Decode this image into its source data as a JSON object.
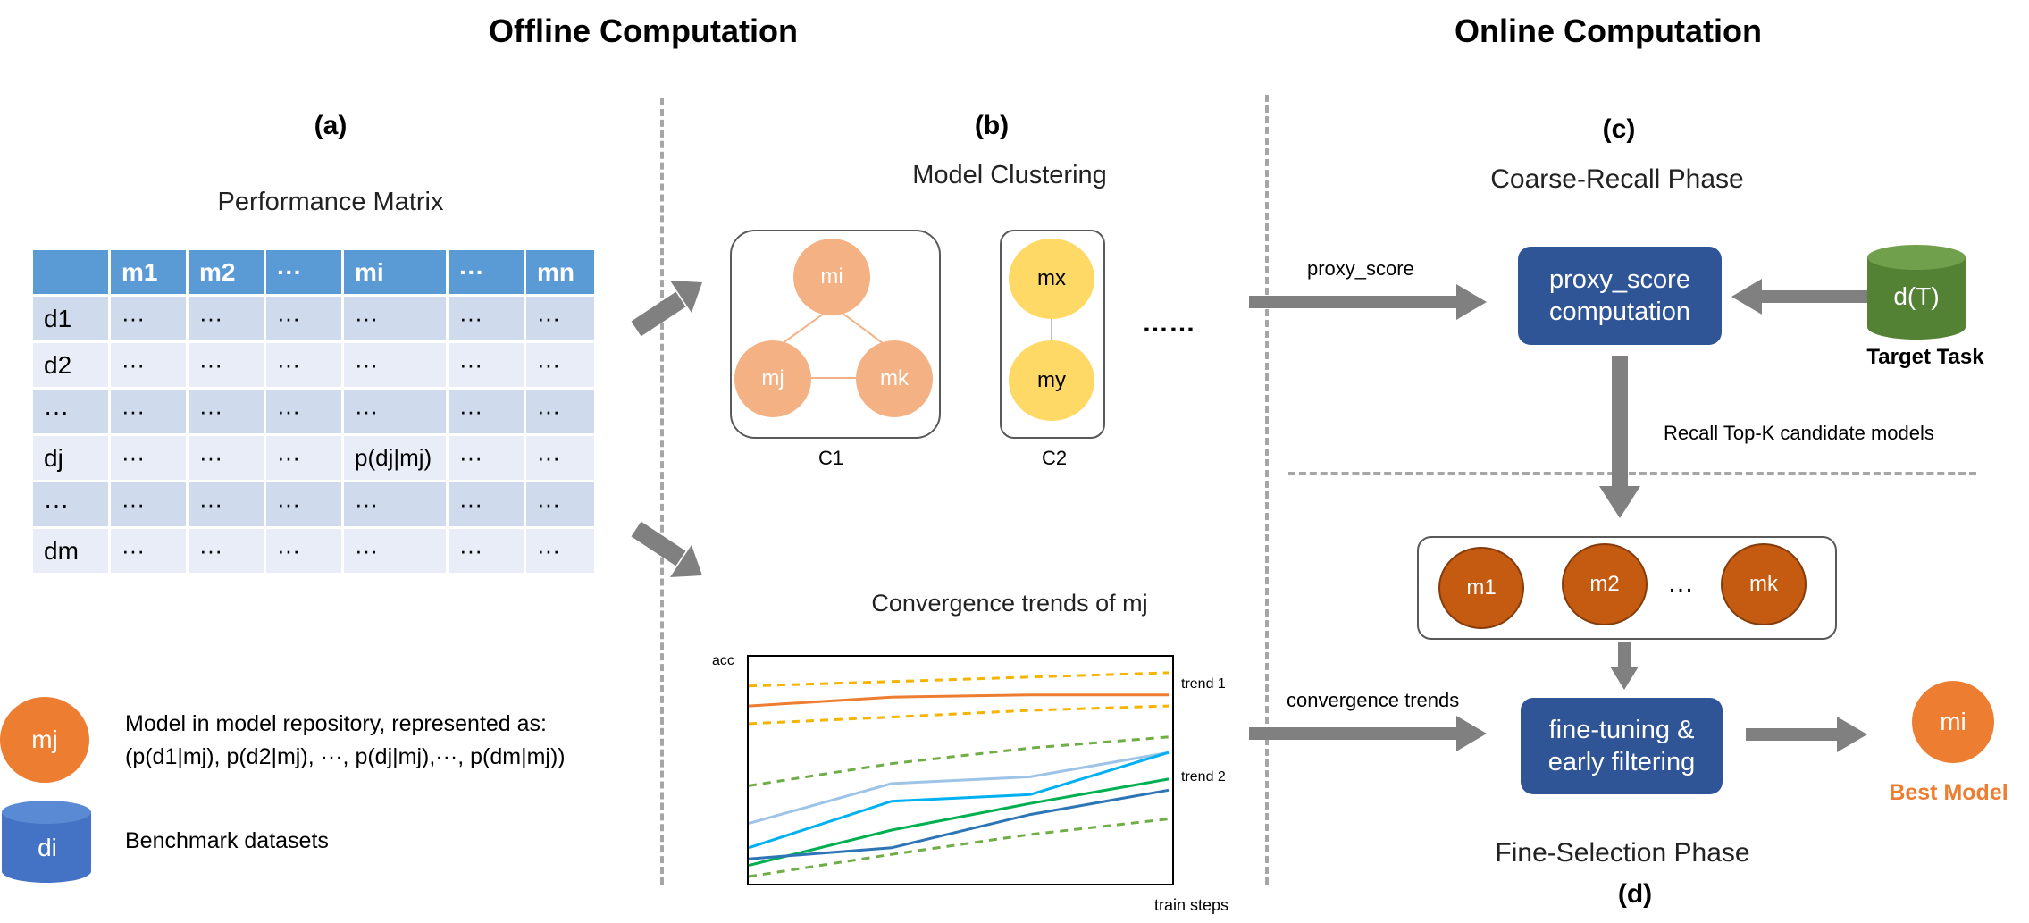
{
  "headers": {
    "offline": "Offline Computation",
    "online": "Online Computation"
  },
  "panels": {
    "a": "(a)",
    "b": "(b)",
    "c": "(c)",
    "d": "(d)"
  },
  "matrix": {
    "title": "Performance Matrix",
    "columns": [
      "",
      "m1",
      "m2",
      "···",
      "mi",
      "···",
      "mn"
    ],
    "rows": [
      [
        "d1",
        "···",
        "···",
        "···",
        "···",
        "···",
        "···"
      ],
      [
        "d2",
        "···",
        "···",
        "···",
        "···",
        "···",
        "···"
      ],
      [
        "···",
        "···",
        "···",
        "···",
        "···",
        "···",
        "···"
      ],
      [
        "dj",
        "···",
        "···",
        "···",
        "p(dj|mj)",
        "···",
        "···"
      ],
      [
        "···",
        "···",
        "···",
        "···",
        "···",
        "···",
        "···"
      ],
      [
        "dm",
        "···",
        "···",
        "···",
        "···",
        "···",
        "···"
      ]
    ]
  },
  "legend": {
    "model_symbol": "mj",
    "model_line1": "Model in model repository, represented as:",
    "model_line2": "(p(d1|mj), p(d2|mj), ···, p(dj|mj),···, p(dm|mj))",
    "dataset_symbol": "di",
    "dataset_text": "Benchmark datasets"
  },
  "clustering": {
    "title": "Model Clustering",
    "c1_nodes": [
      "mi",
      "mj",
      "mk"
    ],
    "c1_label": "C1",
    "c2_nodes": [
      "mx",
      "my"
    ],
    "c2_label": "C2",
    "ellipsis": "……"
  },
  "convergence": {
    "title": "Convergence trends of mj",
    "y_label": "acc",
    "x_label": "train steps",
    "trend1": "trend 1",
    "trend2": "trend 2"
  },
  "chart_data": {
    "type": "line",
    "xlabel": "train steps",
    "ylabel": "acc",
    "x": [
      0,
      1,
      2,
      3
    ],
    "series_top": [
      {
        "color": "#f4b400",
        "dashed": true,
        "values": [
          0.88,
          0.9,
          0.92,
          0.94
        ]
      },
      {
        "color": "#ed7d31",
        "dashed": false,
        "values": [
          0.79,
          0.83,
          0.84,
          0.84
        ]
      },
      {
        "color": "#f4b400",
        "dashed": true,
        "values": [
          0.71,
          0.74,
          0.77,
          0.79
        ]
      }
    ],
    "series_bottom": [
      {
        "color": "#70ad47",
        "dashed": true,
        "values": [
          0.43,
          0.53,
          0.6,
          0.65
        ]
      },
      {
        "color": "#9dc3e6",
        "dashed": false,
        "values": [
          0.26,
          0.44,
          0.47,
          0.58
        ]
      },
      {
        "color": "#00b0f0",
        "dashed": false,
        "values": [
          0.15,
          0.36,
          0.39,
          0.58
        ]
      },
      {
        "color": "#00b050",
        "dashed": false,
        "values": [
          0.07,
          0.23,
          0.35,
          0.46
        ]
      },
      {
        "color": "#2e75b6",
        "dashed": false,
        "values": [
          0.1,
          0.15,
          0.3,
          0.41
        ]
      },
      {
        "color": "#70ad47",
        "dashed": true,
        "values": [
          0.02,
          0.12,
          0.21,
          0.28
        ]
      }
    ]
  },
  "coarse": {
    "title": "Coarse-Recall Phase",
    "proxy_arrow_label": "proxy_score",
    "proxy_box": [
      "proxy_score",
      "computation"
    ],
    "target_symbol": "d(T)",
    "target_label": "Target Task",
    "recall_label": "Recall Top-K candidate models"
  },
  "candidates": {
    "nodes": [
      "m1",
      "m2",
      "mk"
    ],
    "ellipsis": "…"
  },
  "fine": {
    "title": "Fine-Selection Phase",
    "conv_arrow_label": "convergence trends",
    "box": [
      "fine-tuning &",
      "early filtering"
    ],
    "best_symbol": "mi",
    "best_label": "Best Model"
  },
  "colors": {
    "table_header": "#5b9bd5",
    "cluster_c1": "#f4b183",
    "cluster_c2": "#ffd966",
    "model_orange": "#ed7d31",
    "dataset_blue": "#4472c4",
    "process_box": "#2f5597",
    "target_green": "#548235",
    "candidate_brown": "#c55a11",
    "arrow_gray": "#808080"
  }
}
